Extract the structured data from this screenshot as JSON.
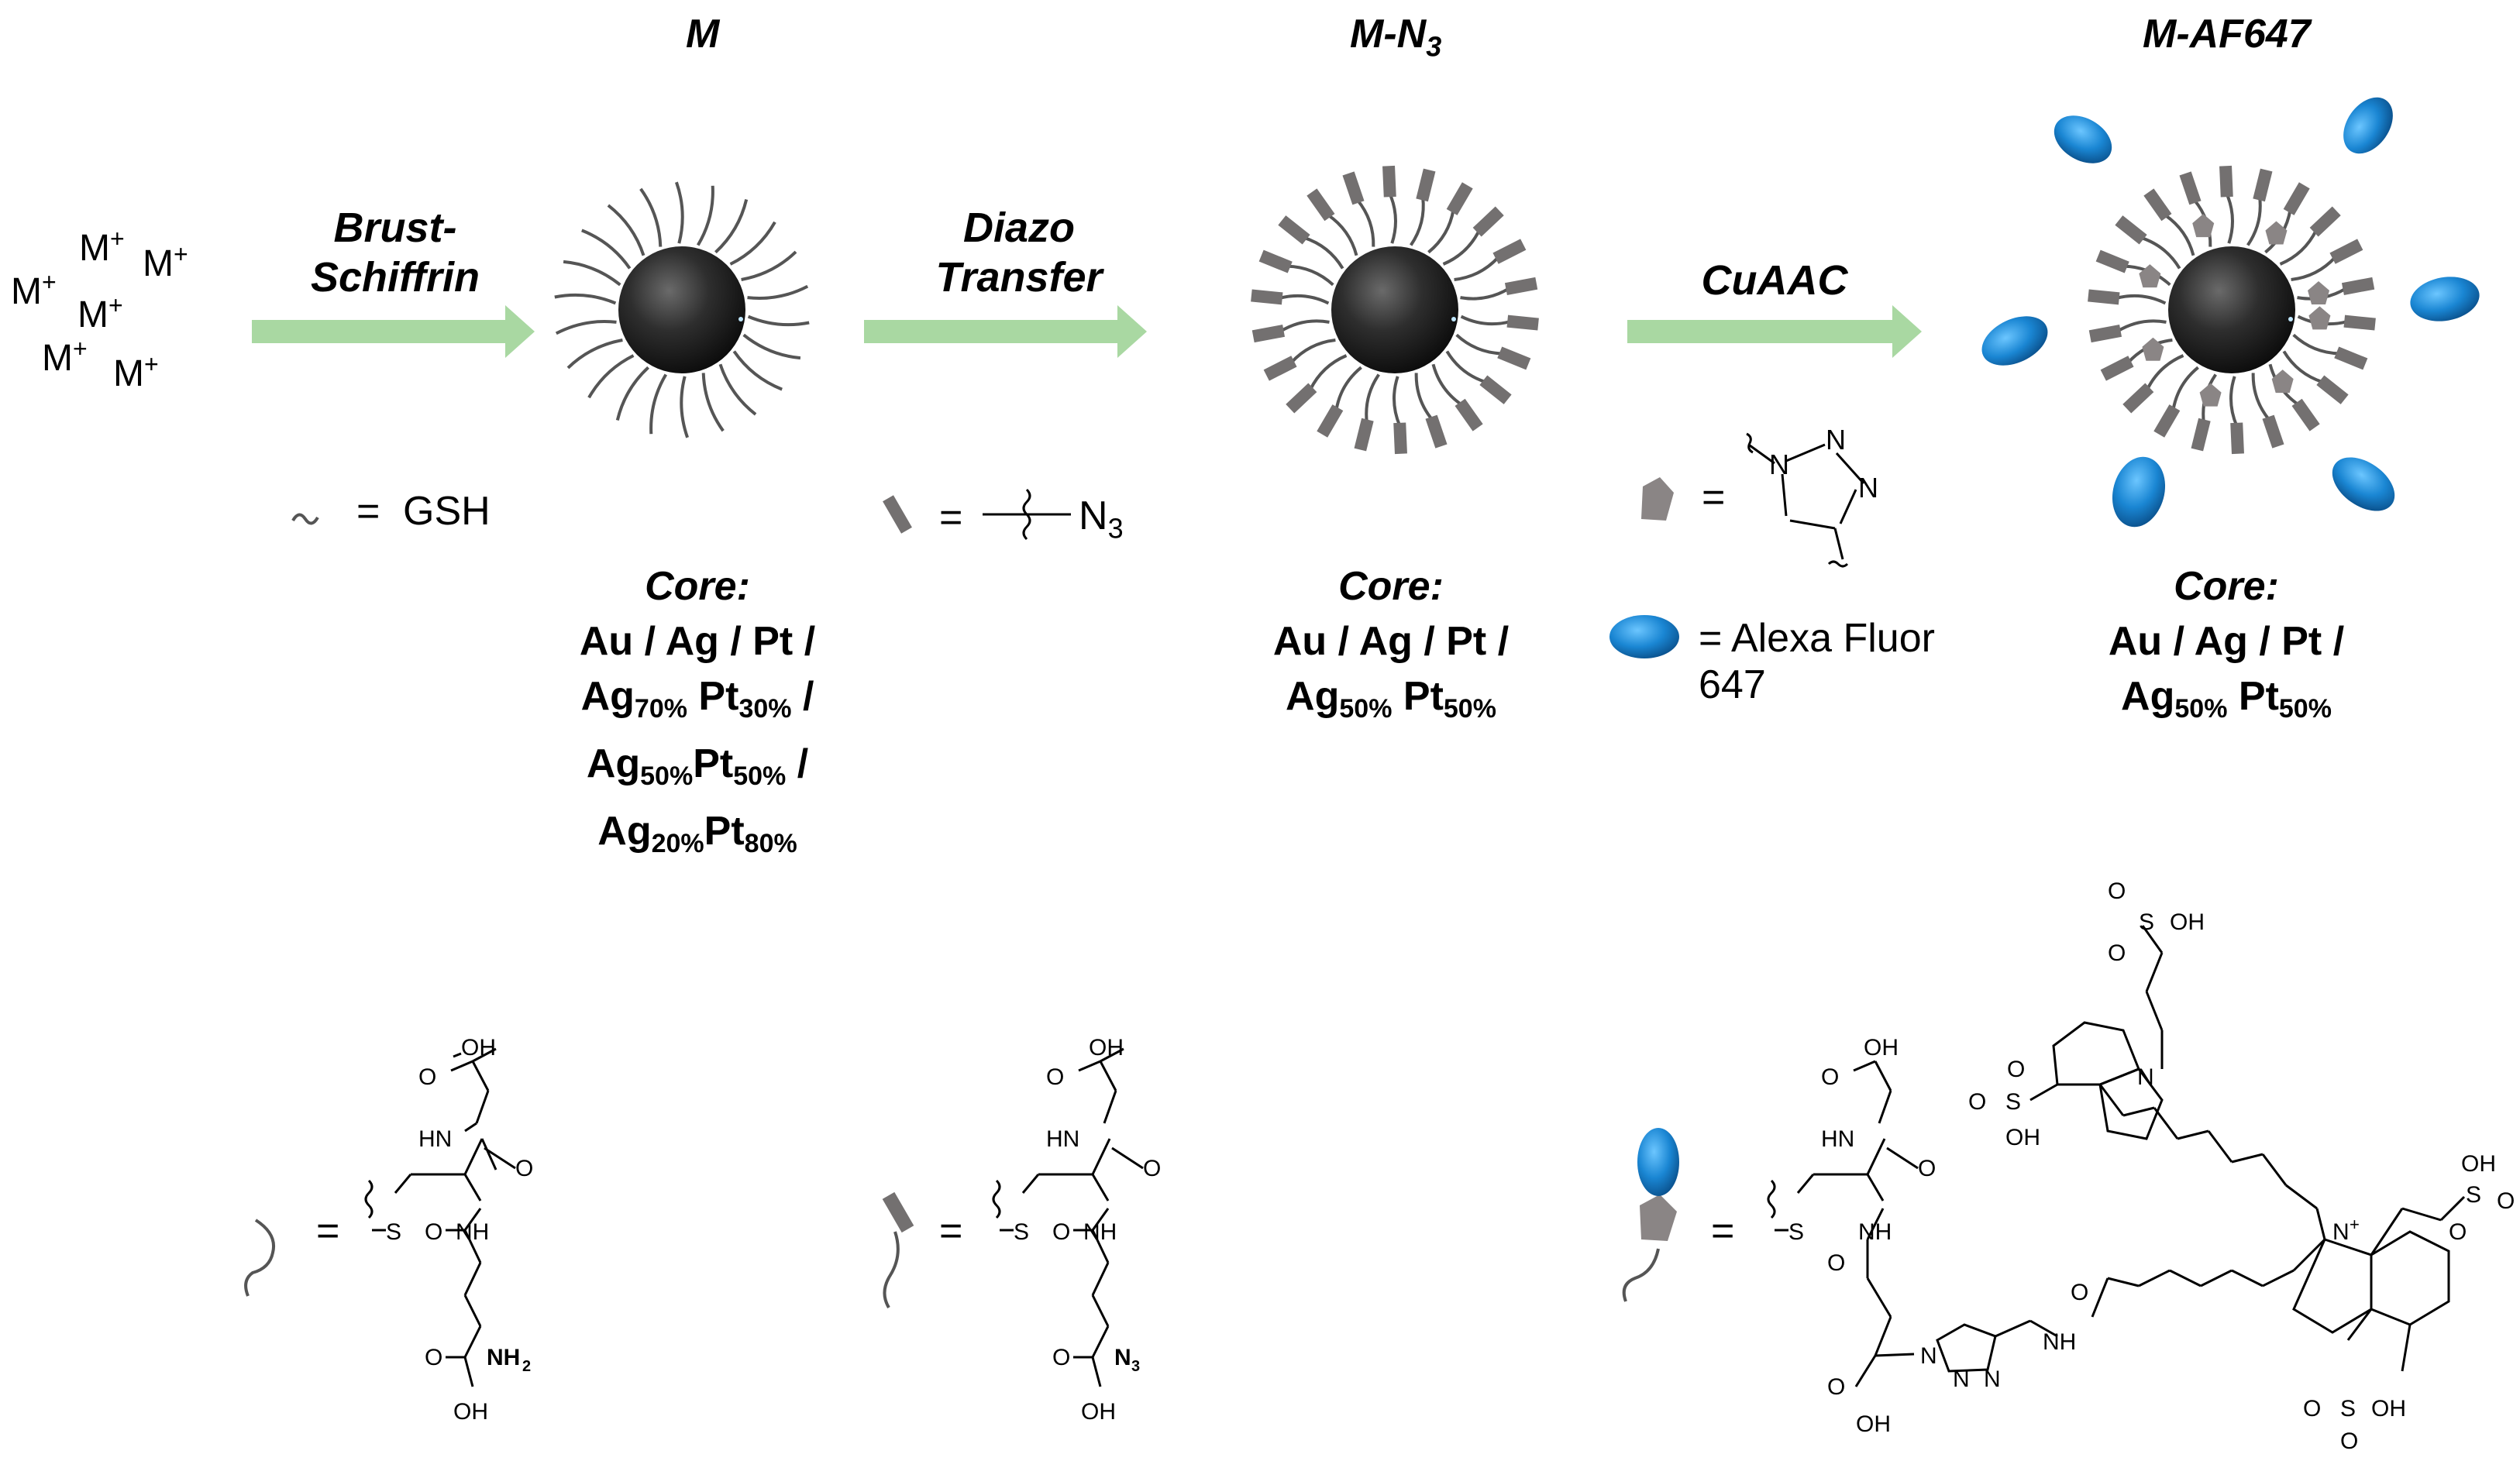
{
  "titles": {
    "m": "M",
    "mn3_base": "M-N",
    "mn3_sub": "3",
    "maf": "M-AF647"
  },
  "ions": {
    "label": "M",
    "charge": "+"
  },
  "steps": {
    "step1_line1": "Brust-",
    "step1_line2": "Schiffrin",
    "step2_line1": "Diazo",
    "step2_line2": "Transfer",
    "step3": "CuAAC"
  },
  "legends": {
    "gsh_eq": "=",
    "gsh": "GSH",
    "n3_eq": "=",
    "n3": "N",
    "n3_sub": "3",
    "triazole_eq": "=",
    "alexa_line1": "= Alexa Fluor",
    "alexa_line2": "647"
  },
  "cores": {
    "label": "Core:",
    "m": {
      "line1": "Au / Ag / Pt /",
      "rows": [
        {
          "a": "Ag",
          "a_sub": "70%",
          "b": " Pt",
          "b_sub": "30%",
          "tail": " /"
        },
        {
          "a": "Ag",
          "a_sub": "50%",
          "b": "Pt",
          "b_sub": "50%",
          "tail": " /"
        },
        {
          "a": "Ag",
          "a_sub": "20%",
          "b": "Pt",
          "b_sub": "80%",
          "tail": ""
        }
      ]
    },
    "mn3": {
      "line1": "Au / Ag / Pt /",
      "row": {
        "a": "Ag",
        "a_sub": "50%",
        "b": " Pt",
        "b_sub": "50%"
      }
    },
    "maf": {
      "line1": "Au / Ag / Pt /",
      "row": {
        "a": "Ag",
        "a_sub": "50%",
        "b": " Pt",
        "b_sub": "50%"
      }
    }
  },
  "structures": {
    "eq": "=",
    "oh": "OH",
    "o": "O",
    "hn": "HN",
    "nh": "NH",
    "s": "S",
    "nh2": "NH",
    "nh2_sub": "2",
    "n3": "N",
    "n3_sub": "3",
    "n": "N",
    "nplus": "+",
    "s_sulfo": "S"
  },
  "colors": {
    "arrow": "#a9d8a2",
    "particle": "#2a2a2a",
    "ligand": "#555555",
    "azide_block": "#737070",
    "dye": "#1f8fd6",
    "triazole": "#8a8585"
  }
}
